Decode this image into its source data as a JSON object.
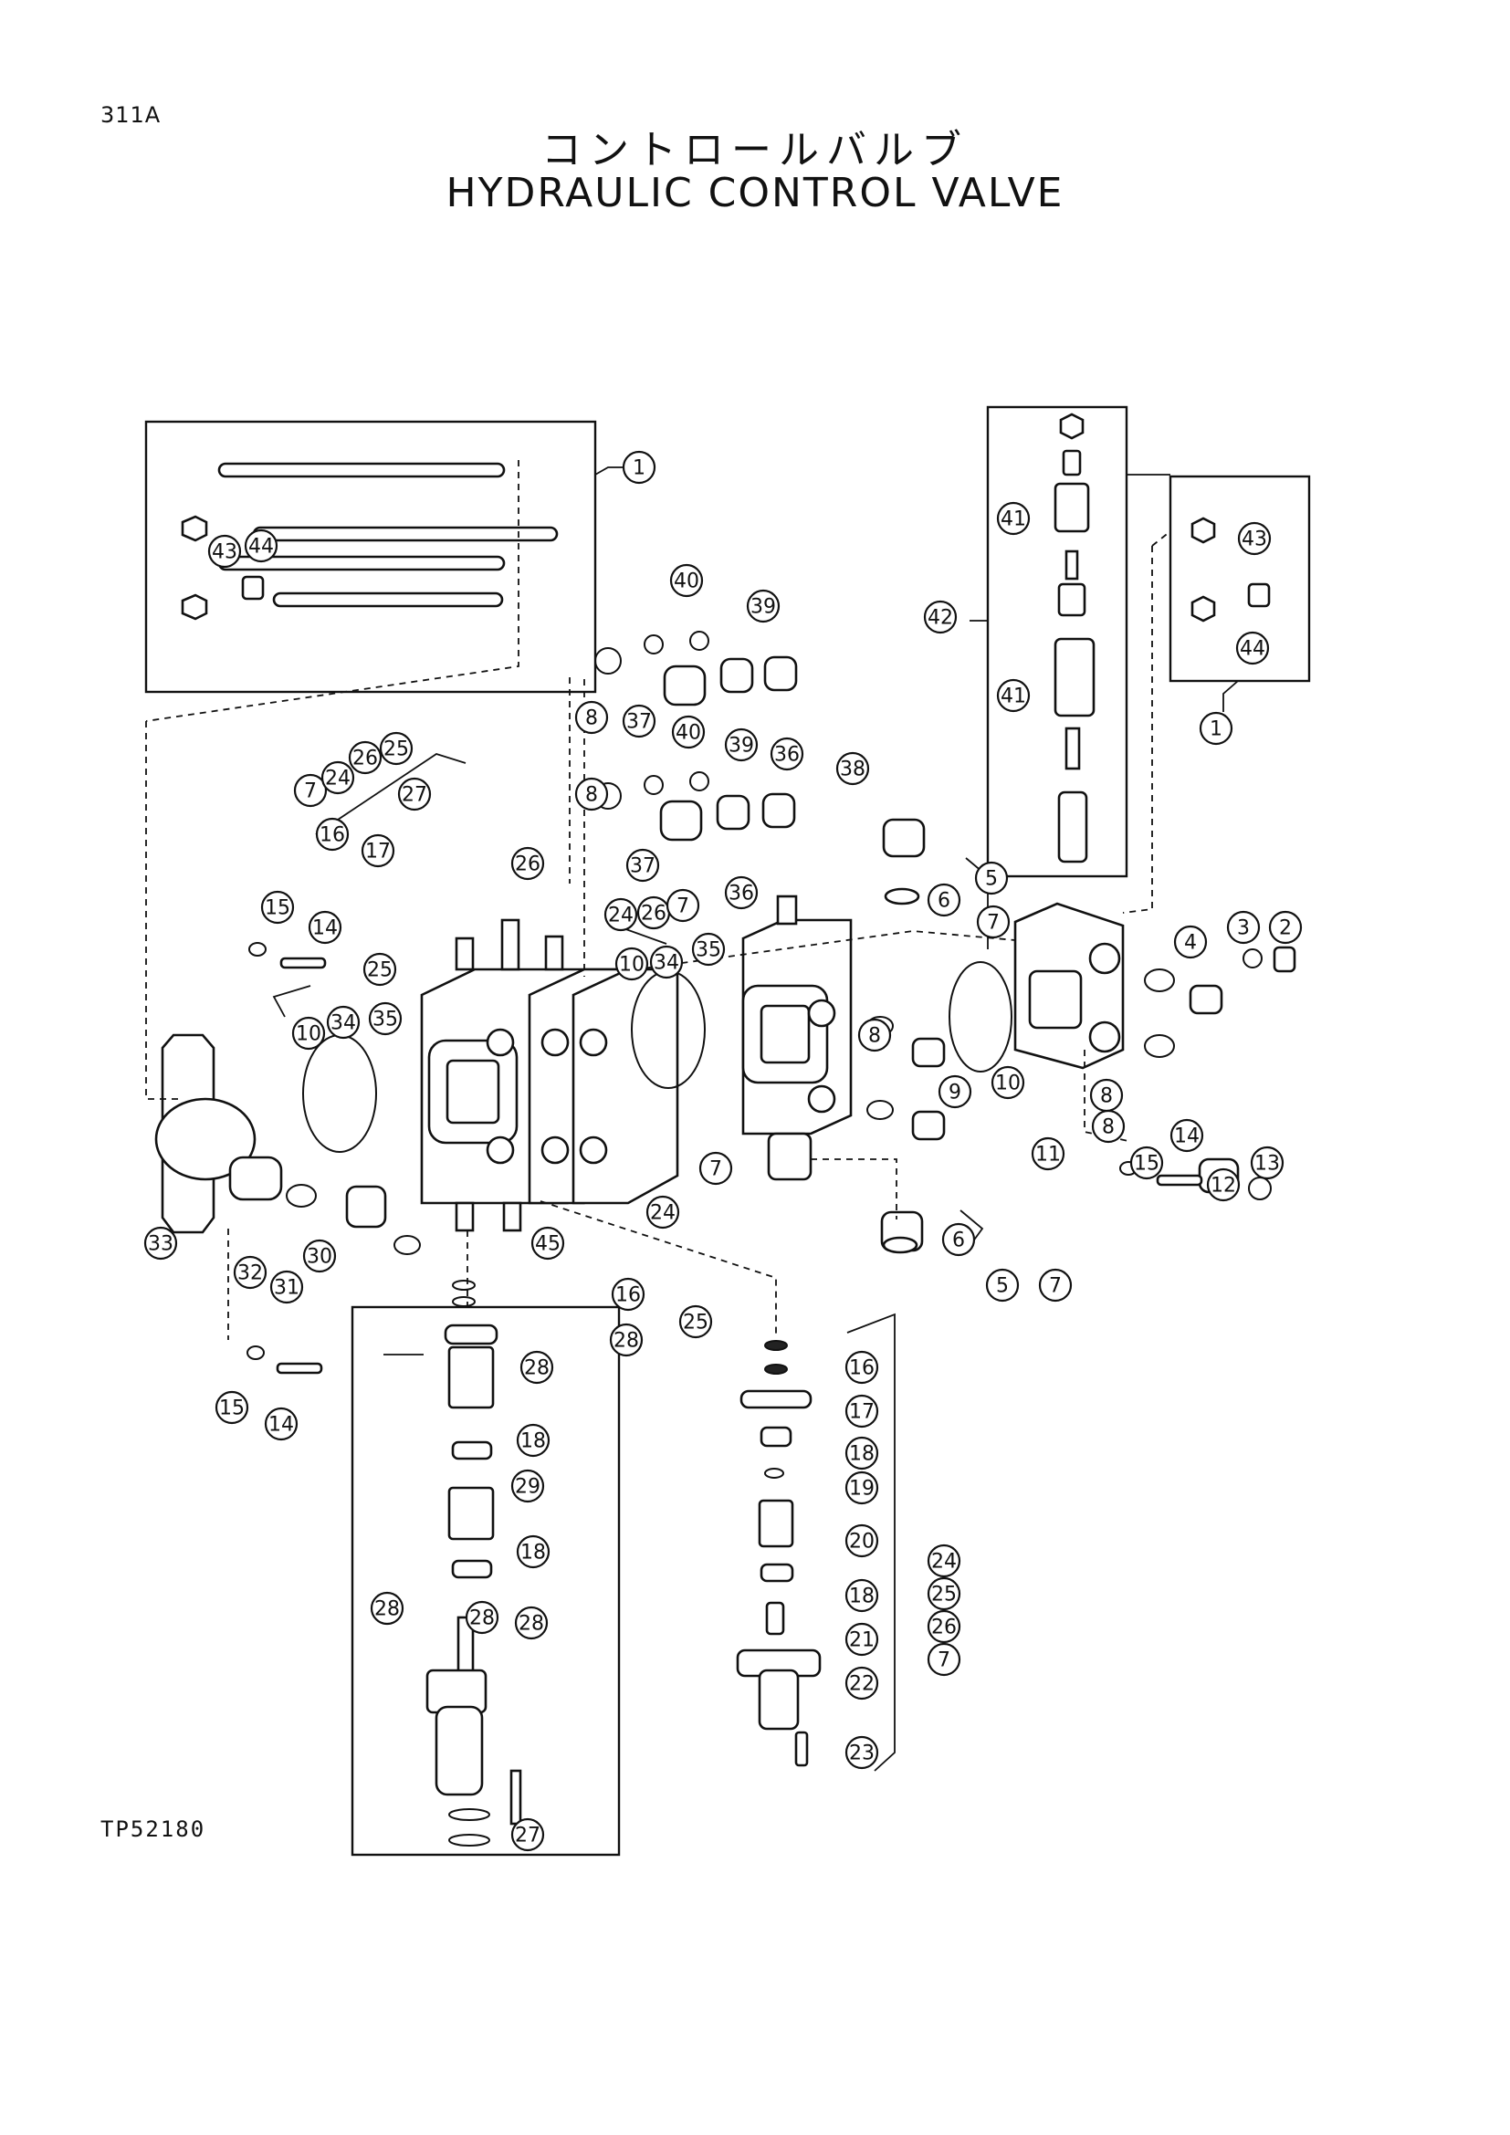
{
  "page_code": "311A",
  "title_jp": "コントロールバルブ",
  "title_en": "HYDRAULIC CONTROL VALVE",
  "reference_code": "TP52180",
  "callouts": [
    {
      "n": "1"
    },
    {
      "n": "43"
    },
    {
      "n": "44"
    },
    {
      "n": "40"
    },
    {
      "n": "39"
    },
    {
      "n": "8"
    },
    {
      "n": "37"
    },
    {
      "n": "36"
    },
    {
      "n": "38"
    },
    {
      "n": "40"
    },
    {
      "n": "39"
    },
    {
      "n": "37"
    },
    {
      "n": "36"
    },
    {
      "n": "8"
    },
    {
      "n": "41"
    },
    {
      "n": "42"
    },
    {
      "n": "41"
    },
    {
      "n": "43"
    },
    {
      "n": "44"
    },
    {
      "n": "1"
    },
    {
      "n": "7"
    },
    {
      "n": "24"
    },
    {
      "n": "26"
    },
    {
      "n": "25"
    },
    {
      "n": "27"
    },
    {
      "n": "16"
    },
    {
      "n": "17"
    },
    {
      "n": "26"
    },
    {
      "n": "15"
    },
    {
      "n": "14"
    },
    {
      "n": "25"
    },
    {
      "n": "10"
    },
    {
      "n": "34"
    },
    {
      "n": "35"
    },
    {
      "n": "24"
    },
    {
      "n": "26"
    },
    {
      "n": "7"
    },
    {
      "n": "10"
    },
    {
      "n": "34"
    },
    {
      "n": "35"
    },
    {
      "n": "5"
    },
    {
      "n": "6"
    },
    {
      "n": "7"
    },
    {
      "n": "4"
    },
    {
      "n": "3"
    },
    {
      "n": "2"
    },
    {
      "n": "8"
    },
    {
      "n": "9"
    },
    {
      "n": "8"
    },
    {
      "n": "10"
    },
    {
      "n": "11"
    },
    {
      "n": "8"
    },
    {
      "n": "12"
    },
    {
      "n": "13"
    },
    {
      "n": "15"
    },
    {
      "n": "14"
    },
    {
      "n": "7"
    },
    {
      "n": "24"
    },
    {
      "n": "45"
    },
    {
      "n": "33"
    },
    {
      "n": "32"
    },
    {
      "n": "31"
    },
    {
      "n": "30"
    },
    {
      "n": "16"
    },
    {
      "n": "25"
    },
    {
      "n": "28"
    },
    {
      "n": "6"
    },
    {
      "n": "5"
    },
    {
      "n": "7"
    },
    {
      "n": "15"
    },
    {
      "n": "14"
    },
    {
      "n": "28"
    },
    {
      "n": "18"
    },
    {
      "n": "29"
    },
    {
      "n": "18"
    },
    {
      "n": "28"
    },
    {
      "n": "28"
    },
    {
      "n": "28"
    },
    {
      "n": "27"
    },
    {
      "n": "16"
    },
    {
      "n": "17"
    },
    {
      "n": "18"
    },
    {
      "n": "19"
    },
    {
      "n": "20"
    },
    {
      "n": "18"
    },
    {
      "n": "21"
    },
    {
      "n": "22"
    },
    {
      "n": "23"
    },
    {
      "n": "24"
    },
    {
      "n": "25"
    },
    {
      "n": "26"
    },
    {
      "n": "7"
    }
  ]
}
